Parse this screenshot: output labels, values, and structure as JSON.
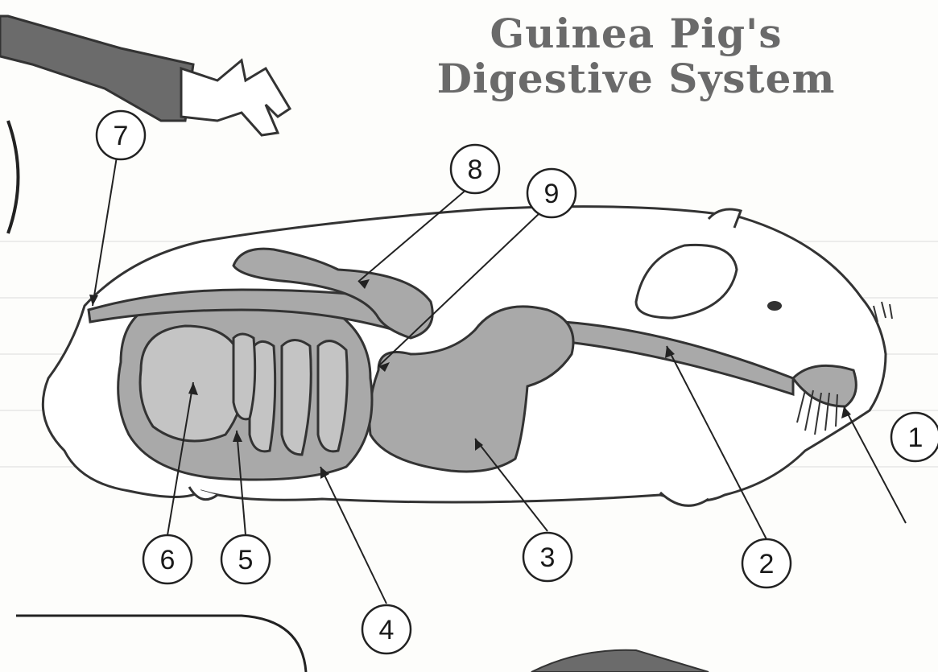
{
  "title": {
    "line1": "Guinea Pig's",
    "line2": "Digestive System"
  },
  "callouts": [
    {
      "number": "1"
    },
    {
      "number": "2"
    },
    {
      "number": "3"
    },
    {
      "number": "4"
    },
    {
      "number": "5"
    },
    {
      "number": "6"
    },
    {
      "number": "7"
    },
    {
      "number": "8"
    },
    {
      "number": "9"
    }
  ],
  "colors": {
    "outline": "#333333",
    "organ_fill": "#a9a9a9",
    "organ_light": "#c4c4c4",
    "sleeve": "#6b6b6b",
    "title": "#6a6a6a"
  }
}
